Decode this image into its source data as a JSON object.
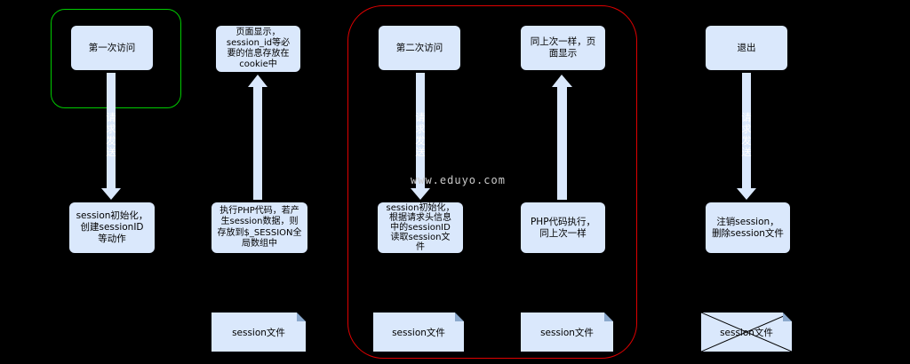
{
  "nodes": {
    "first_visit": "第一次访问",
    "page_display": "页面显示，\nsession_id等必\n要的信息存放在\ncookie中",
    "second_visit": "第二次访问",
    "same_display": "同上次一样，页\n面显示",
    "logout": "退出",
    "session_init_create": "session初始化，\n创建sessionID\n等动作",
    "exec_php": "执行PHP代码，若产\n生session数据，则\n存放到$_SESSION全\n局数组中",
    "session_init_read": "session初始化，\n根据请求头信息\n中的sessionID\n读取session文\n件",
    "php_exec_same": "PHP代码执行，\n同上次一样",
    "destroy_session": "注销session，\n删除session文件"
  },
  "labels": {
    "send_request": "请求发送"
  },
  "files": {
    "file_1": "session文件",
    "file_2": "session文件",
    "file_3": "session文件",
    "file_deleted": "session文件"
  },
  "watermark": "www.eduyo.com",
  "colors": {
    "background": "#000000",
    "box_fill": "#dae8fc",
    "arrow_fill": "#dae8fc",
    "highlight_green": "#00cc00",
    "highlight_red": "#e00000"
  }
}
